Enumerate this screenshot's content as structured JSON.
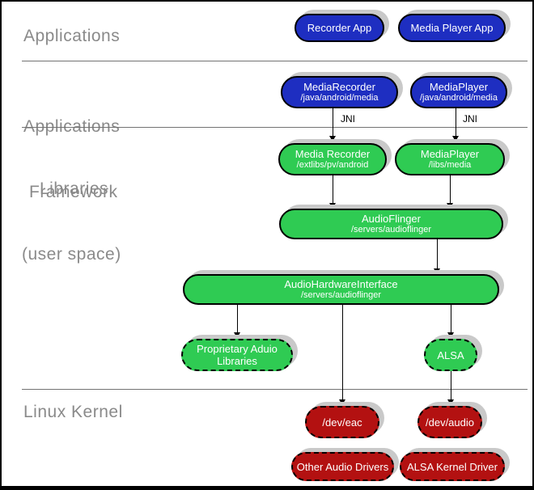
{
  "colors": {
    "blue": "#1e2ec1",
    "green": "#2fcb53",
    "red": "#b31111",
    "shadow_gray": "#c9c9c9",
    "label_gray": "#8a8a8a"
  },
  "section_labels": {
    "applications": "Applications",
    "framework_line1": "Applications",
    "framework_line2": "Framework",
    "libraries_line1": "Libraries",
    "libraries_line2": "(user space)",
    "kernel": "Linux Kernel"
  },
  "nodes": {
    "recorder_app": {
      "title": "Recorder App"
    },
    "media_player_app": {
      "title": "Media Player App"
    },
    "media_recorder_fw": {
      "title": "MediaRecorder",
      "path": "/java/android/media"
    },
    "media_player_fw": {
      "title": "MediaPlayer",
      "path": "/java/android/media"
    },
    "media_recorder_lib": {
      "title": "Media Recorder",
      "path": "/extlibs/pv/android"
    },
    "media_player_lib": {
      "title": "MediaPlayer",
      "path": "/libs/media"
    },
    "audioflinger": {
      "title": "AudioFlinger",
      "path": "/servers/audioflinger"
    },
    "audio_hw_interface": {
      "title": "AudioHardwareInterface",
      "path": "/servers/audioflinger"
    },
    "proprietary_audio_libs": {
      "line1": "Proprietary Aduio",
      "line2": "Libraries"
    },
    "alsa": {
      "title": "ALSA"
    },
    "dev_eac": {
      "title": "/dev/eac"
    },
    "dev_audio": {
      "title": "/dev/audio"
    },
    "other_audio_drivers": {
      "title": "Other Audio Drivers"
    },
    "alsa_kernel_driver": {
      "title": "ALSA Kernel Driver"
    }
  },
  "edge_labels": {
    "jni_left": "JNI",
    "jni_right": "JNI"
  }
}
